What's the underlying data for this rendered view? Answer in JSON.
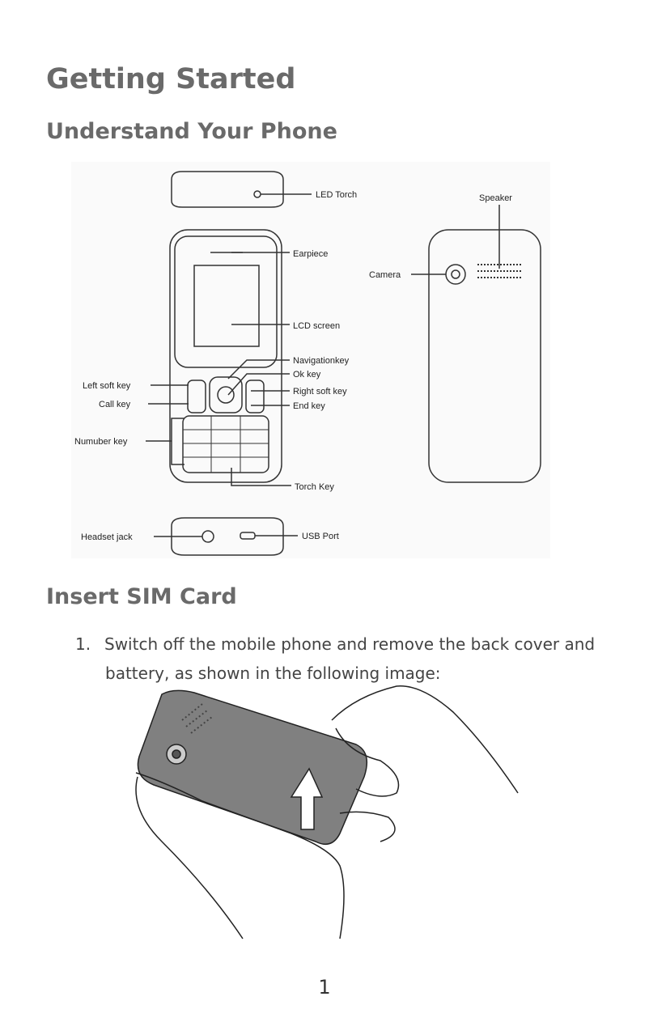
{
  "title": "Getting Started",
  "section1": "Understand Your Phone",
  "diagram_labels": {
    "led_torch": "LED Torch",
    "earpiece": "Earpiece",
    "lcd_screen": "LCD screen",
    "navigation_key": "Navigationkey",
    "ok_key": "Ok key",
    "left_soft_key": "Left soft key",
    "call_key": "Call  key",
    "right_soft_key": "Right soft key",
    "end_key": "End key",
    "number_key": "Numuber  key",
    "torch_key": "Torch Key",
    "headset_jack": "Headset  jack",
    "usb_port": "USB Port",
    "speaker": "Speaker",
    "camera": "Camera"
  },
  "section2": "Insert SIM Card",
  "steps": [
    {
      "number": "1.",
      "text_line1": "Switch off the mobile phone and remove the back cover and",
      "text_line2": "battery, as shown in the following image:"
    }
  ],
  "page_number": "1"
}
